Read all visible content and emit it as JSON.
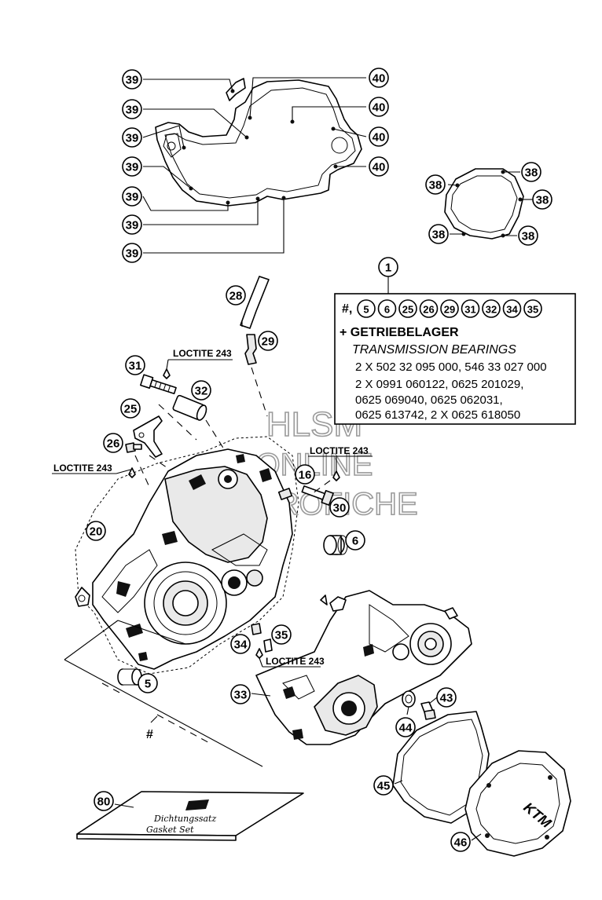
{
  "bubbles": [
    {
      "id": "b39a",
      "label": "39"
    },
    {
      "id": "b39b",
      "label": "39"
    },
    {
      "id": "b39c",
      "label": "39"
    },
    {
      "id": "b39d",
      "label": "39"
    },
    {
      "id": "b39e",
      "label": "39"
    },
    {
      "id": "b39f",
      "label": "39"
    },
    {
      "id": "b39g",
      "label": "39"
    },
    {
      "id": "b40a",
      "label": "40"
    },
    {
      "id": "b40b",
      "label": "40"
    },
    {
      "id": "b40c",
      "label": "40"
    },
    {
      "id": "b40d",
      "label": "40"
    },
    {
      "id": "b38a",
      "label": "38"
    },
    {
      "id": "b38b",
      "label": "38"
    },
    {
      "id": "b38c",
      "label": "38"
    },
    {
      "id": "b38d",
      "label": "38"
    },
    {
      "id": "b38e",
      "label": "38"
    },
    {
      "id": "b1",
      "label": "1"
    },
    {
      "id": "b28",
      "label": "28"
    },
    {
      "id": "b29",
      "label": "29"
    },
    {
      "id": "b31",
      "label": "31"
    },
    {
      "id": "b32",
      "label": "32"
    },
    {
      "id": "b25",
      "label": "25"
    },
    {
      "id": "b26",
      "label": "26"
    },
    {
      "id": "b20",
      "label": "20"
    },
    {
      "id": "b16",
      "label": "16"
    },
    {
      "id": "b30",
      "label": "30"
    },
    {
      "id": "b6",
      "label": "6"
    },
    {
      "id": "b34",
      "label": "34"
    },
    {
      "id": "b35",
      "label": "35"
    },
    {
      "id": "b5",
      "label": "5"
    },
    {
      "id": "b33",
      "label": "33"
    },
    {
      "id": "b43",
      "label": "43"
    },
    {
      "id": "b44",
      "label": "44"
    },
    {
      "id": "b45",
      "label": "45"
    },
    {
      "id": "b80",
      "label": "80"
    },
    {
      "id": "b46",
      "label": "46"
    }
  ],
  "info_box": {
    "prefix": "#,",
    "circled_parts": [
      "5",
      "6",
      "25",
      "26",
      "29",
      "31",
      "32",
      "34",
      "35"
    ],
    "title": "+ GETRIEBELAGER",
    "subtitle": "TRANSMISSION BEARINGS",
    "lines": [
      "2 X 502 32 095 000, 546 33 027 000",
      "2 X 0991 060122, 0625 201029,",
      "0625 069040, 0625 062031,",
      "0625 613742, 2 X 0625 618050"
    ]
  },
  "loctite_labels": [
    "LOCTITE 243",
    "LOCTITE 243",
    "LOCTITE 243",
    "LOCTITE 243"
  ],
  "hash_label": "#",
  "watermark": {
    "line1": "HLSM",
    "line2": "ONLINE",
    "line3": "MICROFICHE"
  },
  "gasket_kit": {
    "line1": "Dichtungssatz",
    "line2": "Gasket Set"
  }
}
